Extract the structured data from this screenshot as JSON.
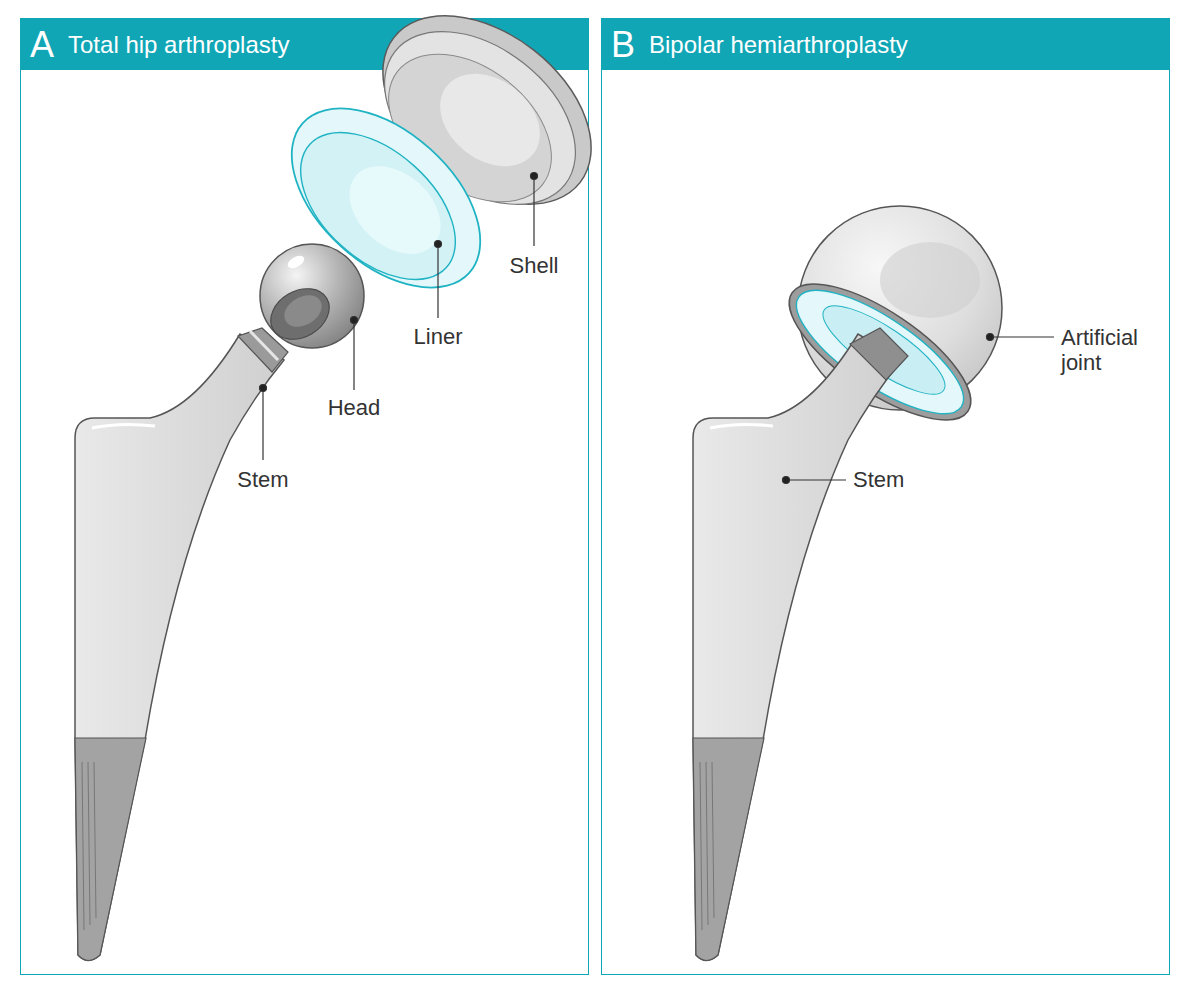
{
  "diagram": {
    "nodes": [
      {
        "text": [
          "A",
          "Total hip arthroplasty"
        ]
      },
      {
        "text": [
          "B",
          "Bipolar hemiarthroplasty"
        ]
      }
    ],
    "labels": [
      "Shell",
      "Liner",
      "Head",
      "Stem",
      "Artificial joint",
      "Stem"
    ]
  }
}
